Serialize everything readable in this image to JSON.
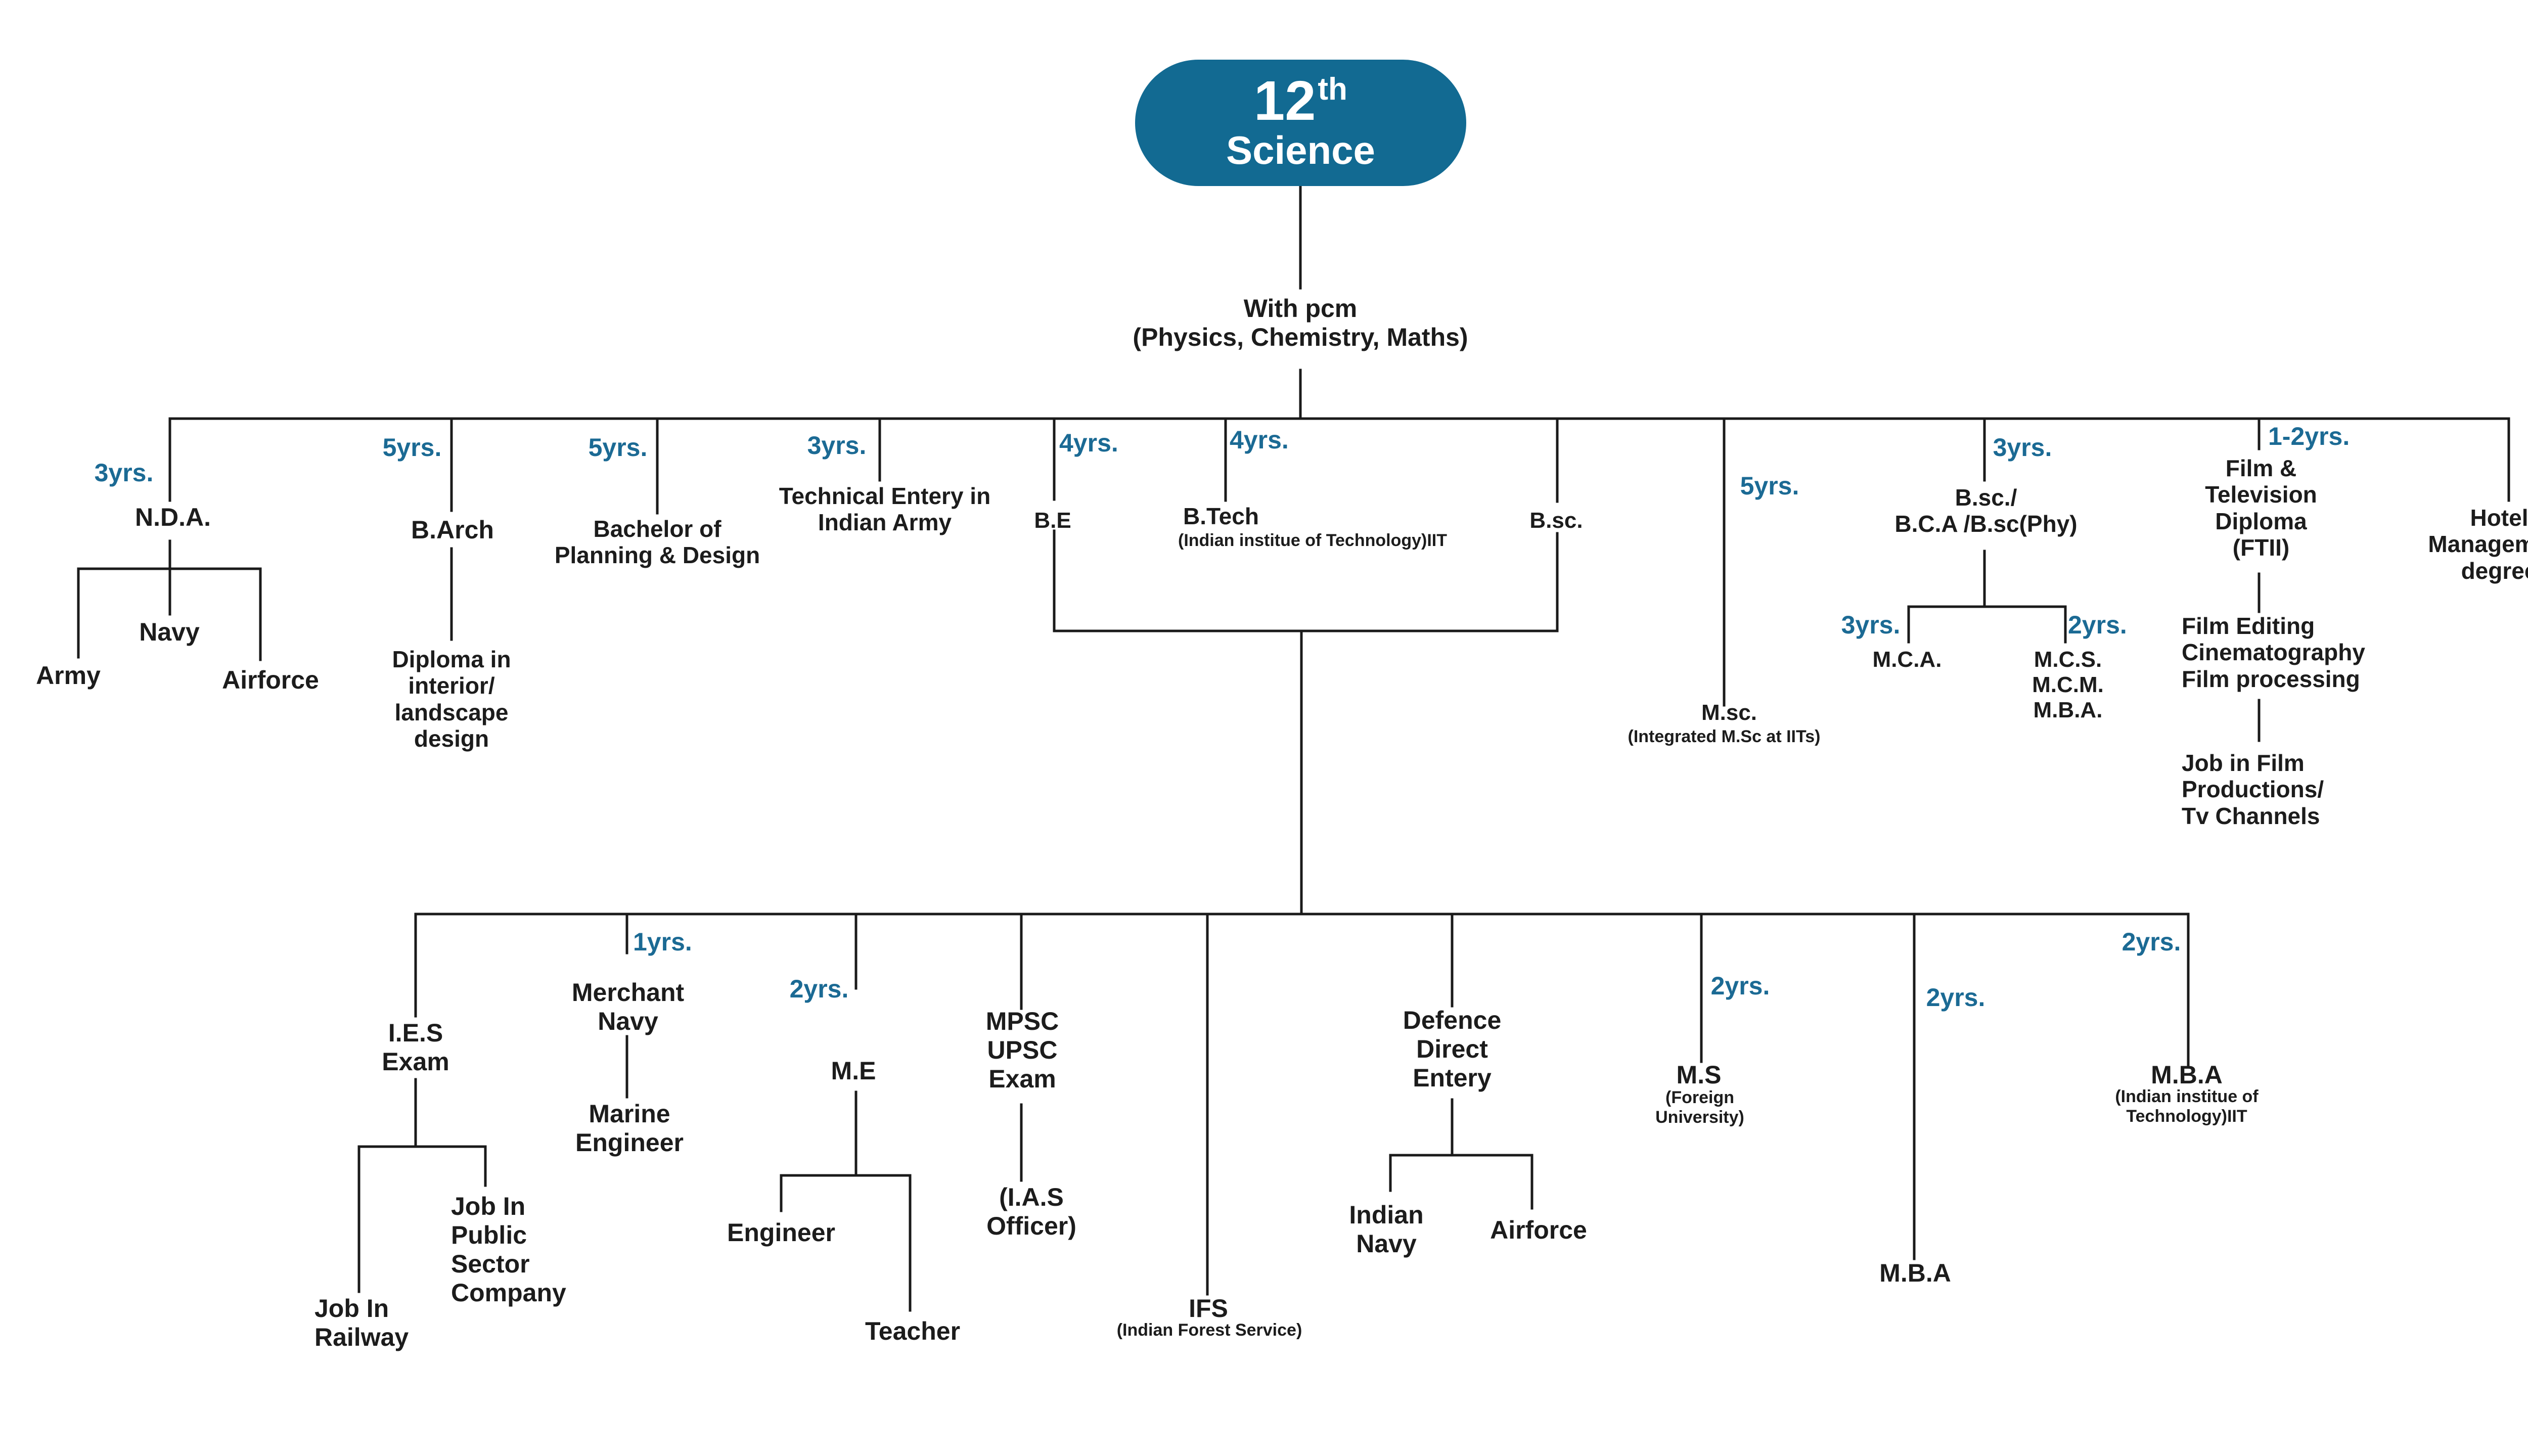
{
  "root": {
    "number": "12",
    "suffix": "th",
    "stream": "Science"
  },
  "pcm": {
    "line1": "With pcm",
    "line2": "(Physics, Chemistry, Maths)"
  },
  "nda": {
    "years": "3yrs.",
    "label": "N.D.A.",
    "army": "Army",
    "navy": "Navy",
    "airforce": "Airforce"
  },
  "barch": {
    "years": "5yrs.",
    "label": "B.Arch",
    "diploma": [
      "Diploma in",
      "interior/",
      "landscape",
      "design"
    ]
  },
  "bpd": {
    "years": "5yrs.",
    "label": [
      "Bachelor of",
      "Planning & Design"
    ]
  },
  "tech_army": {
    "years": "3yrs.",
    "label": [
      "Technical Entery in",
      "Indian Army"
    ]
  },
  "be": {
    "years": "4yrs.",
    "label": "B.E"
  },
  "btech": {
    "years": "4yrs.",
    "label": "B.Tech",
    "sub": "(Indian institue of Technology)IIT"
  },
  "bsc": {
    "label": "B.sc."
  },
  "msc": {
    "years": "5yrs.",
    "label": "M.sc.",
    "sub": "(Integrated M.Sc at IITs)"
  },
  "bca": {
    "years": "3yrs.",
    "label": [
      "B.sc./",
      "B.C.A /B.sc(Phy)"
    ],
    "mca_years": "3yrs.",
    "mca": "M.C.A.",
    "mcs_years": "2yrs.",
    "mcs": [
      "M.C.S.",
      "M.C.M.",
      "M.B.A."
    ]
  },
  "film": {
    "years": "1-2yrs.",
    "label": [
      "Film &",
      "Television",
      "Diploma",
      "(FTII)"
    ],
    "courses": [
      "Film Editing",
      "Cinematography",
      "Film processing"
    ],
    "jobs": [
      "Job in Film",
      "Productions/",
      "Tv Channels"
    ]
  },
  "hotel": {
    "label": [
      "Hotel",
      "Management",
      "degree"
    ]
  },
  "ies": {
    "label": [
      "I.E.S",
      "Exam"
    ],
    "railway": [
      "Job In",
      "Railway"
    ],
    "psu": [
      "Job In",
      "Public",
      "Sector",
      "Company"
    ]
  },
  "merchant": {
    "years": "1yrs.",
    "label": [
      "Merchant",
      "Navy"
    ],
    "marine": [
      "Marine",
      "Engineer"
    ]
  },
  "me": {
    "years": "2yrs.",
    "label": "M.E",
    "engineer": "Engineer",
    "teacher": "Teacher"
  },
  "mpsc": {
    "label": [
      "MPSC",
      "UPSC",
      "Exam"
    ],
    "ias": [
      "(I.A.S",
      "Officer)"
    ]
  },
  "ifs": {
    "label": "IFS",
    "sub": "(Indian Forest Service)"
  },
  "defence": {
    "label": [
      "Defence",
      "Direct",
      "Entery"
    ],
    "navy": [
      "Indian",
      "Navy"
    ],
    "airforce": "Airforce"
  },
  "ms": {
    "years": "2yrs.",
    "label": "M.S",
    "sub": [
      "(Foreign",
      "University)"
    ]
  },
  "mba": {
    "years": "2yrs.",
    "label": "M.B.A"
  },
  "mba_iit": {
    "years": "2yrs.",
    "label": "M.B.A",
    "sub": [
      "(Indian institue of",
      "Technology)IIT"
    ]
  },
  "colors": {
    "accent": "#126a92",
    "years_text": "#1b6a94",
    "line": "#1a1a1a",
    "text": "#1c1c1c"
  }
}
